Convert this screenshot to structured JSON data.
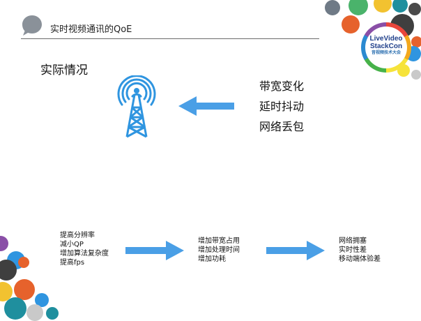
{
  "header": {
    "title": "实时视频通讯的QoE"
  },
  "logo": {
    "line1": "LiveVideo",
    "line2": "StackCon",
    "line3": "音视频技术大会"
  },
  "section_heading": "实际情况",
  "network_factors": [
    "带宽变化",
    "延时抖动",
    "网络丢包"
  ],
  "flow": {
    "actions": [
      "提高分辨率",
      "减小QP",
      "增加算法复杂度",
      "提高fps"
    ],
    "costs": [
      "增加带宽占用",
      "增加处理时间",
      "增加功耗"
    ],
    "results": [
      "网络拥塞",
      "实时性差",
      "移动端体验差"
    ]
  },
  "colors": {
    "arrow": "#4a9fe6",
    "tower": "#2f95e0",
    "title_bubble": "#8a9199"
  },
  "icons": [
    "speech-bubble-icon",
    "radio-tower-icon",
    "arrow-left-icon",
    "arrow-right-icon"
  ]
}
